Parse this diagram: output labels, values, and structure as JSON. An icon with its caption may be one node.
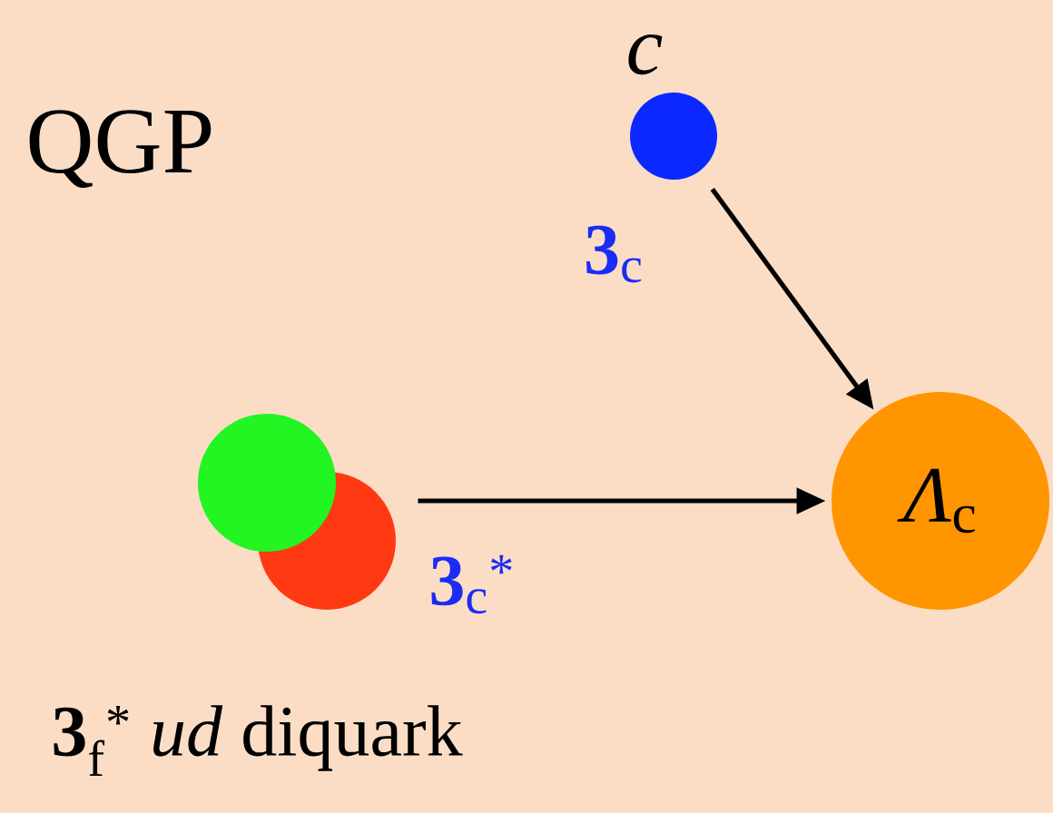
{
  "diagram": {
    "nodes": [
      {
        "text": [
          "c",
          "**3**$_{c}$"
        ]
      },
      {
        "text": [
          "**3**$_{f}$$^{*}$ *ud* diquark"
        ],
        "beside": [
          "**3**$_{c}$$^{*}$"
        ]
      },
      {
        "text": [
          "*Λ*$_{c}$"
        ]
      }
    ],
    "edges": [
      {
        "from": 0,
        "to": 2,
        "arrow": "to"
      },
      {
        "from": 1,
        "to": 2,
        "arrow": "to"
      }
    ],
    "labels": [
      "QGP"
    ]
  }
}
